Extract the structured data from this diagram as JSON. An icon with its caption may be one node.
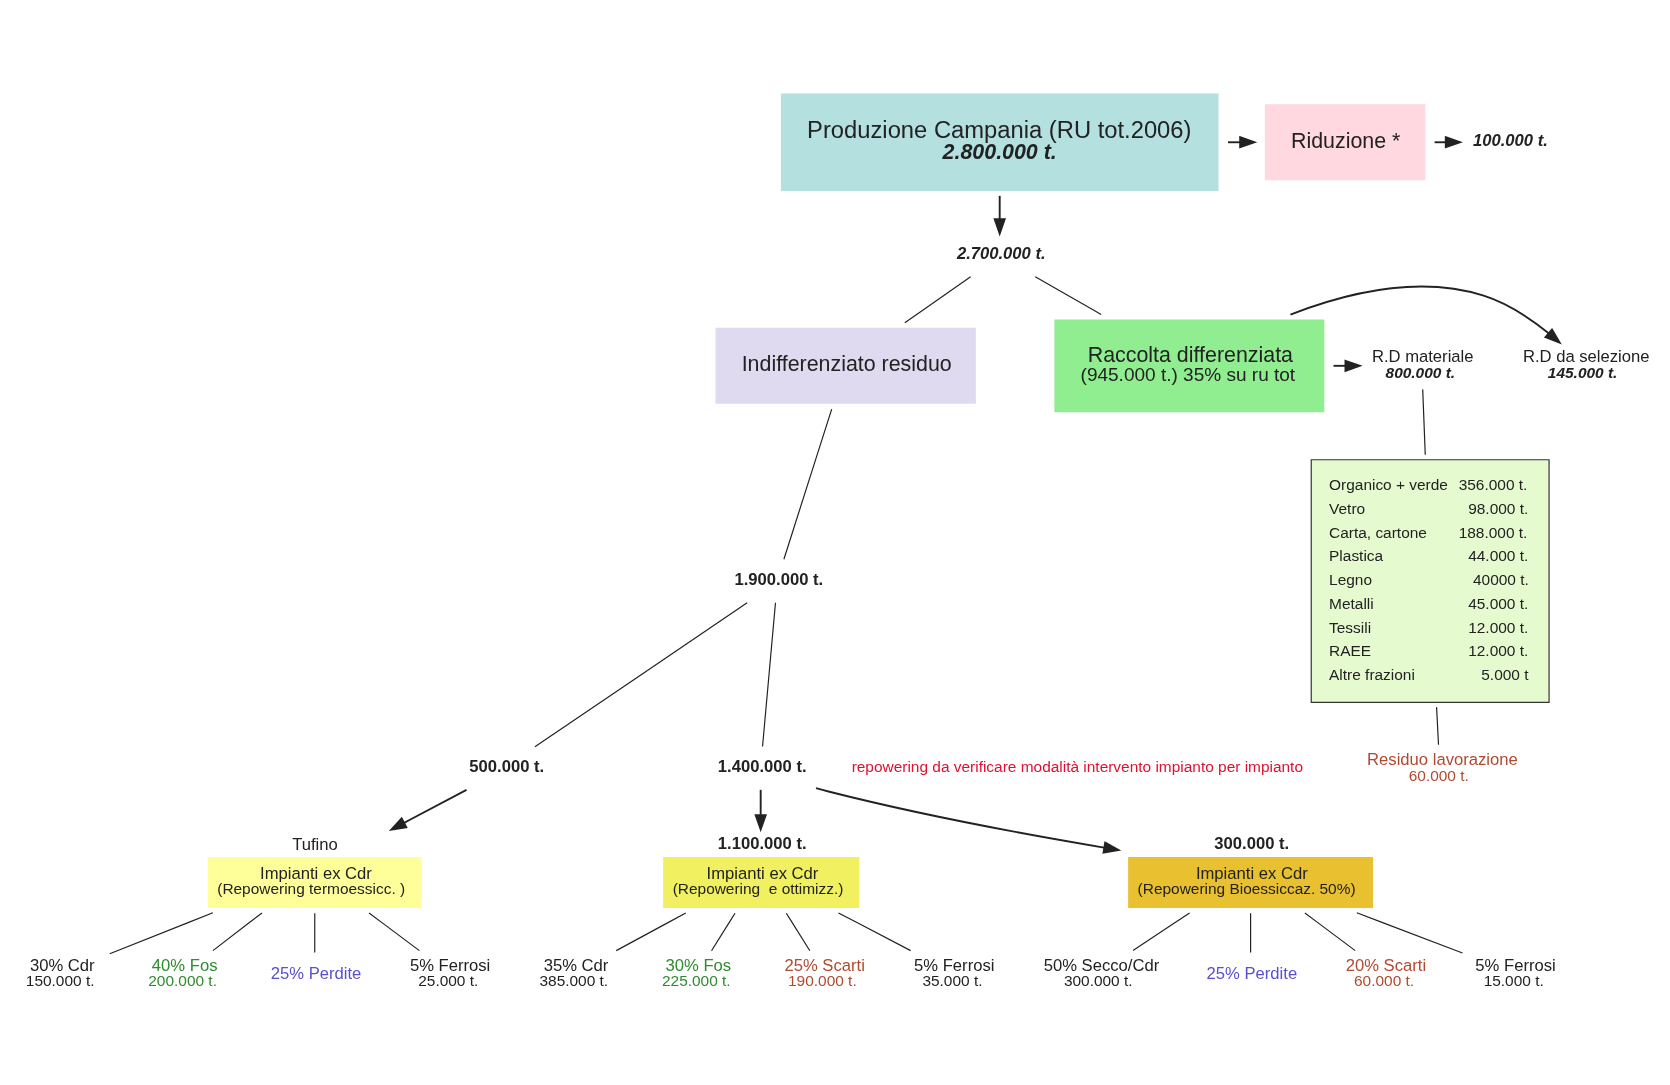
{
  "diagram": {
    "nodes": [
      {
        "text": [
          "Produzione Campania (RU tot.2006)",
          "2.800.000 t."
        ]
      },
      {
        "text": [
          "Riduzione *"
        ]
      },
      {
        "text": [
          "100.000 t."
        ]
      },
      {
        "text": [
          "2.700.000 t."
        ]
      },
      {
        "text": [
          "Indifferenziato residuo"
        ]
      },
      {
        "text": [
          "Raccolta differenziata",
          "(945.000 t.) 35% su ru tot"
        ]
      },
      {
        "text": [
          "R.D da selezione",
          "145.000 t."
        ]
      },
      {
        "text": [
          "R.D materiale",
          "800.000 t."
        ]
      },
      {
        "text": [
          "Organico + verde",
          "356.000 t.",
          "Vetro",
          "98.000 t.",
          "Carta, cartone",
          "188.000 t.",
          "Plastica",
          "44.000 t.",
          "Legno",
          "40000 t.",
          "Metalli",
          "45.000 t.",
          "Tessili",
          "12.000 t.",
          "RAEE",
          "12.000 t.",
          "Altre frazioni",
          "5.000 t"
        ]
      },
      {
        "text": [
          "Residuo lavorazione",
          "60.000 t."
        ]
      },
      {
        "text": [
          "1.900.000 t."
        ]
      },
      {
        "text": [
          "500.000 t."
        ]
      },
      {
        "text": [
          "1.400.000 t."
        ]
      },
      {
        "text": [
          "Impianti ex Cdr",
          "(Repowering termoessicc. )"
        ],
        "beside": [
          "Tufino"
        ]
      },
      {
        "text": [
          "Impianti ex Cdr",
          "(Repowering  e ottimizz.)"
        ],
        "beside": [
          "1.100.000 t."
        ]
      },
      {
        "text": [
          "Impianti ex Cdr",
          "(Repowering Bioessiccaz. 50%)"
        ],
        "beside": [
          "300.000 t."
        ]
      },
      {
        "text": [
          "30% Cdr",
          "150.000 t."
        ]
      },
      {
        "text": [
          "40% Fos",
          "200.000 t."
        ]
      },
      {
        "text": [
          "25% Perdite"
        ]
      },
      {
        "text": [
          "5% Ferrosi",
          "25.000 t."
        ]
      },
      {
        "text": [
          "35% Cdr",
          "385.000 t."
        ]
      },
      {
        "text": [
          "30% Fos",
          "225.000 t."
        ]
      },
      {
        "text": [
          "25% Scarti",
          "190.000 t."
        ]
      },
      {
        "text": [
          "5% Ferrosi",
          "35.000 t."
        ]
      },
      {
        "text": [
          "50% Secco/Cdr",
          "300.000 t."
        ]
      },
      {
        "text": [
          "25% Perdite"
        ]
      },
      {
        "text": [
          "20% Scarti",
          "60.000 t."
        ]
      },
      {
        "text": [
          "5% Ferrosi",
          "15.000 t."
        ]
      }
    ],
    "edges": [
      {
        "from": 0,
        "to": 1,
        "arrow": "to"
      },
      {
        "from": 1,
        "to": 2,
        "arrow": "to"
      },
      {
        "from": 0,
        "to": 3,
        "arrow": "to"
      },
      {
        "from": 3,
        "to": 4,
        "arrow": "none"
      },
      {
        "from": 3,
        "to": 5,
        "arrow": "none"
      },
      {
        "from": 5,
        "to": 6,
        "arrow": "to"
      },
      {
        "from": 5,
        "to": 7,
        "arrow": "to"
      },
      {
        "from": 7,
        "to": 8,
        "arrow": "none"
      },
      {
        "from": 8,
        "to": 9,
        "arrow": "none"
      },
      {
        "from": 4,
        "to": 10,
        "arrow": "none"
      },
      {
        "from": 10,
        "to": 11,
        "arrow": "none"
      },
      {
        "from": 10,
        "to": 12,
        "arrow": "none"
      },
      {
        "from": 11,
        "to": 13,
        "arrow": "to"
      },
      {
        "from": 12,
        "to": 14,
        "arrow": "to"
      },
      {
        "from": 12,
        "to": 15,
        "arrow": "to"
      },
      {
        "from": 13,
        "to": 16,
        "arrow": "none"
      },
      {
        "from": 13,
        "to": 17,
        "arrow": "none"
      },
      {
        "from": 13,
        "to": 18,
        "arrow": "none"
      },
      {
        "from": 13,
        "to": 19,
        "arrow": "none"
      },
      {
        "from": 14,
        "to": 20,
        "arrow": "none"
      },
      {
        "from": 14,
        "to": 21,
        "arrow": "none"
      },
      {
        "from": 14,
        "to": 22,
        "arrow": "none"
      },
      {
        "from": 14,
        "to": 23,
        "arrow": "none"
      },
      {
        "from": 15,
        "to": 24,
        "arrow": "none"
      },
      {
        "from": 15,
        "to": 25,
        "arrow": "none"
      },
      {
        "from": 15,
        "to": 26,
        "arrow": "none"
      },
      {
        "from": 15,
        "to": 27,
        "arrow": "none"
      }
    ],
    "labels": [
      "repowering da verificare modalità intervento impianto per impianto"
    ]
  }
}
